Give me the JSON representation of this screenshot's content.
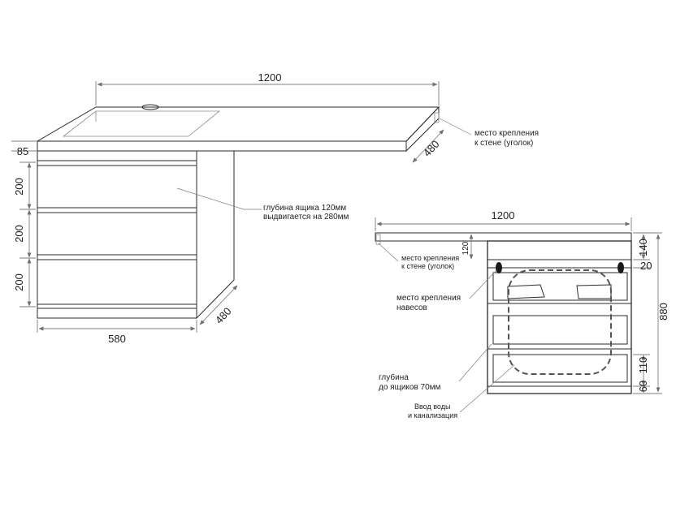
{
  "dimensions": {
    "left_width": "1200",
    "countertop_thickness": "85",
    "left_depth_top": "480",
    "drawer_1": "200",
    "drawer_2": "200",
    "drawer_3": "200",
    "cabinet_width": "580",
    "cabinet_depth": "480",
    "right_width": "1200",
    "right_120": "120",
    "right_140": "140",
    "right_20": "20",
    "right_880": "880",
    "right_110": "110",
    "right_60": "60"
  },
  "notes": {
    "wall_mount_1_line1": "место крепления",
    "wall_mount_1_line2": "к стене (уголок)",
    "drawer_depth_line1": "глубина ящика 120мм",
    "drawer_depth_line2": "выдвигается на 280мм",
    "wall_mount_2_line1": "место крепления",
    "wall_mount_2_line2": "к стене (уголок)",
    "hinge_mount_line1": "место крепления",
    "hinge_mount_line2": "навесов",
    "depth_to_drawers_line1": "глубина",
    "depth_to_drawers_line2": "до ящиков 70мм",
    "water_inlet_line1": "Ввод воды",
    "water_inlet_line2": "и канализация"
  },
  "colors": {
    "line": "#2a2a2a",
    "dimension": "#7c7c7c",
    "background": "#ffffff"
  }
}
